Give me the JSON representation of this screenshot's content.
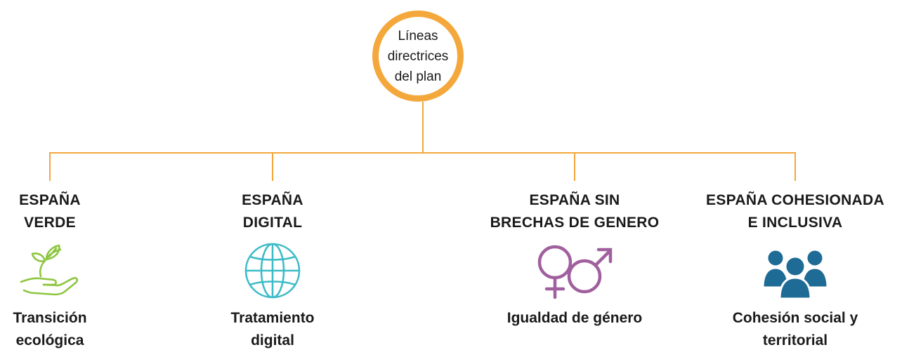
{
  "root": {
    "label": "Líneas\ndirectrices\ndel plan"
  },
  "branches": [
    {
      "heading": "ESPAÑA\nVERDE",
      "caption": "Transición\necológica",
      "icon": "plant-hand-icon",
      "color": "#8cc63f"
    },
    {
      "heading": "ESPAÑA\nDIGITAL",
      "caption": "Tratamiento\ndigital",
      "icon": "globe-icon",
      "color": "#3dbcc7"
    },
    {
      "heading": "ESPAÑA SIN\nBRECHAS DE GENERO",
      "caption": "Igualdad de género",
      "icon": "gender-symbols-icon",
      "color": "#a0609e"
    },
    {
      "heading": "ESPAÑA COHESIONADA\nE INCLUSIVA",
      "caption": "Cohesión social y\nterritorial",
      "icon": "people-group-icon",
      "color": "#1e6b96"
    }
  ],
  "colors": {
    "connector": "#f4a73b",
    "root_border": "#f4a73b"
  }
}
